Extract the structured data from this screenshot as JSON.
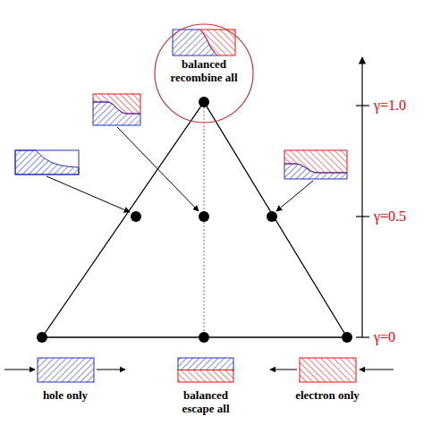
{
  "diagram": {
    "nodes": [
      {
        "text": [
          "balanced recombine all"
        ]
      },
      {
        "text": [
          "hole only"
        ]
      },
      {
        "text": [
          "balanced escape all"
        ]
      },
      {
        "text": [
          "electron only"
        ]
      }
    ],
    "labels": [
      "γ=1.0",
      "γ=0.5",
      "γ=0"
    ]
  }
}
